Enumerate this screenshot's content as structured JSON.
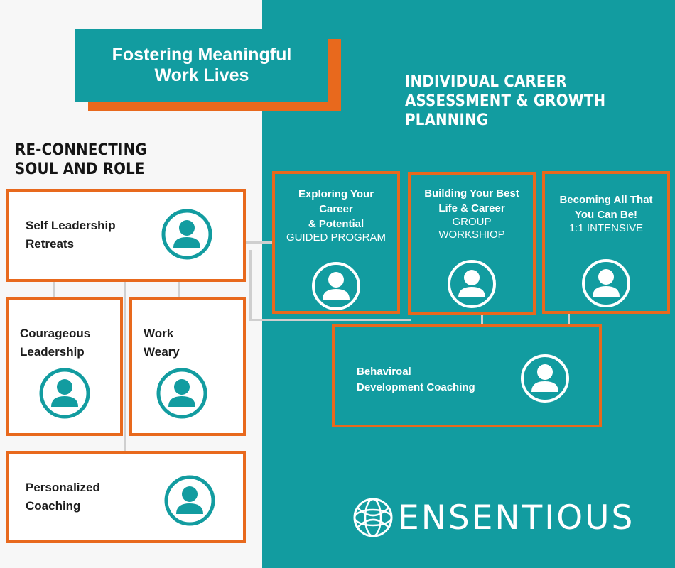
{
  "title": "Fostering Meaningful Work Lives",
  "left_heading": [
    "RE-CONNECTING",
    "SOUL AND ROLE"
  ],
  "right_heading": [
    "INDIVIDUAL CAREER",
    "ASSESSMENT & GROWTH",
    "PLANNING"
  ],
  "left_cards": {
    "self_leadership": [
      "Self Leadership",
      "Retreats"
    ],
    "courageous": [
      "Courageous",
      "Leadership"
    ],
    "work_weary": [
      "Work",
      "Weary"
    ],
    "personalized": [
      "Personalized",
      "Coaching"
    ]
  },
  "right_cards": {
    "exploring": {
      "title": [
        "Exploring Your",
        "Career",
        "& Potential"
      ],
      "subtitle": "GUIDED PROGRAM"
    },
    "building": {
      "title": [
        "Building Your Best",
        "Life & Career"
      ],
      "subtitle": [
        "GROUP",
        "WORKSHIOP"
      ]
    },
    "becoming": {
      "title": [
        "Becoming All That",
        "You Can Be!"
      ],
      "subtitle": "1:1 INTENSIVE"
    },
    "behavioral": [
      "Behaviroal",
      "Development Coaching"
    ]
  },
  "brand": "ENSENTIOUS",
  "colors": {
    "teal": "#129ca0",
    "orange": "#e8691d",
    "light_bg": "#f7f7f7"
  },
  "icons": [
    "person-icon",
    "ensentious-logo-icon"
  ]
}
